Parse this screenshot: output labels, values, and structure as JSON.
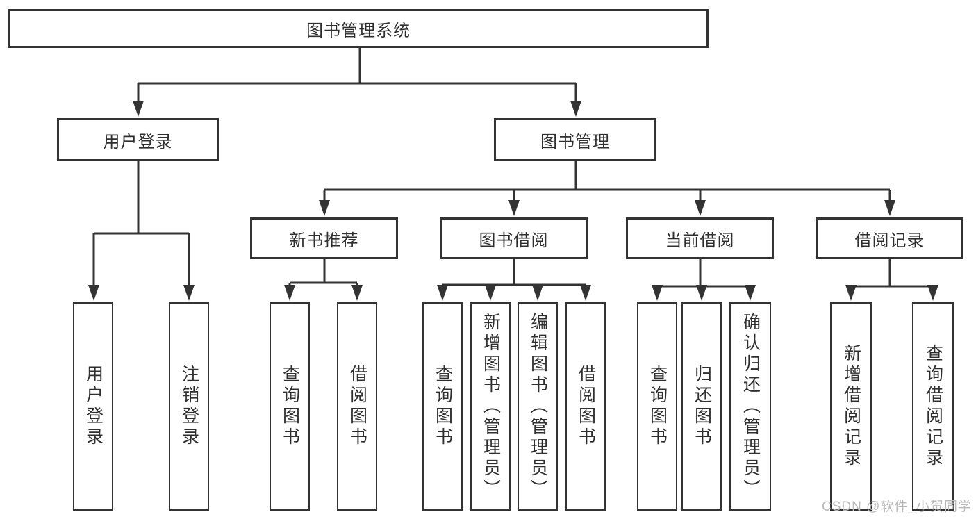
{
  "nodes": {
    "root": "图书管理系统",
    "l2": [
      "用户登录",
      "图书管理"
    ],
    "l3": [
      "新书推荐",
      "图书借阅",
      "当前借阅",
      "借阅记录"
    ],
    "leaves": {
      "login": [
        "用户登录",
        "注销登录"
      ],
      "newbook": [
        "查询图书",
        "借阅图书"
      ],
      "borrow": [
        "查询图书",
        "新增图书（管理员）",
        "编辑图书（管理员）",
        "借阅图书"
      ],
      "current": [
        "查询图书",
        "归还图书",
        "确认归还（管理员）"
      ],
      "records": [
        "新增借阅记录",
        "查询借阅记录"
      ]
    }
  },
  "watermark": "CSDN @软件_小贺同学",
  "colors": {
    "line": "#333333",
    "text": "#2f2f2f",
    "background": "#ffffff",
    "watermark": "#b9b9b9"
  }
}
